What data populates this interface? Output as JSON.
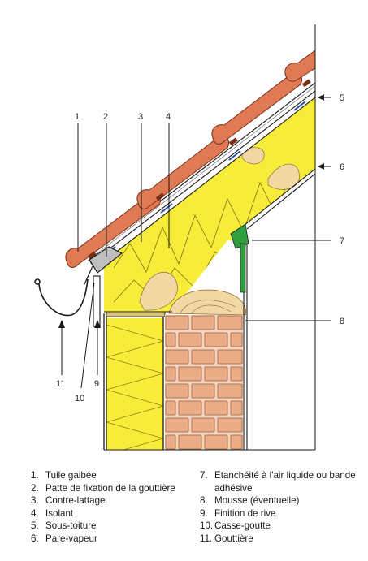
{
  "callouts": [
    "1",
    "2",
    "3",
    "4",
    "5",
    "6",
    "7",
    "8",
    "9",
    "10",
    "11"
  ],
  "legend": [
    {
      "num": "1.",
      "text": "Tuile galbée"
    },
    {
      "num": "2.",
      "text": "Patte de fixation de la gouttière"
    },
    {
      "num": "3.",
      "text": "Contre-lattage"
    },
    {
      "num": "4.",
      "text": "Isolant"
    },
    {
      "num": "5.",
      "text": "Sous-toiture"
    },
    {
      "num": "6.",
      "text": "Pare-vapeur"
    },
    {
      "num": "7.",
      "text": "Etanchéité à l'air liquide ou bande adhésive"
    },
    {
      "num": "8.",
      "text": "Mousse (éventuelle)"
    },
    {
      "num": "9.",
      "text": "Finition de rive"
    },
    {
      "num": "10.",
      "text": "Casse-goutte"
    },
    {
      "num": "11.",
      "text": "Gouttière"
    }
  ],
  "colors": {
    "tile": "#e07a55",
    "insulation": "#f7ec3a",
    "brick": "#e8ad86",
    "mortar": "#f4d4bf",
    "foam": "#f2d9a4",
    "seal": "#2e9e3e",
    "line": "#1a1a1a"
  }
}
